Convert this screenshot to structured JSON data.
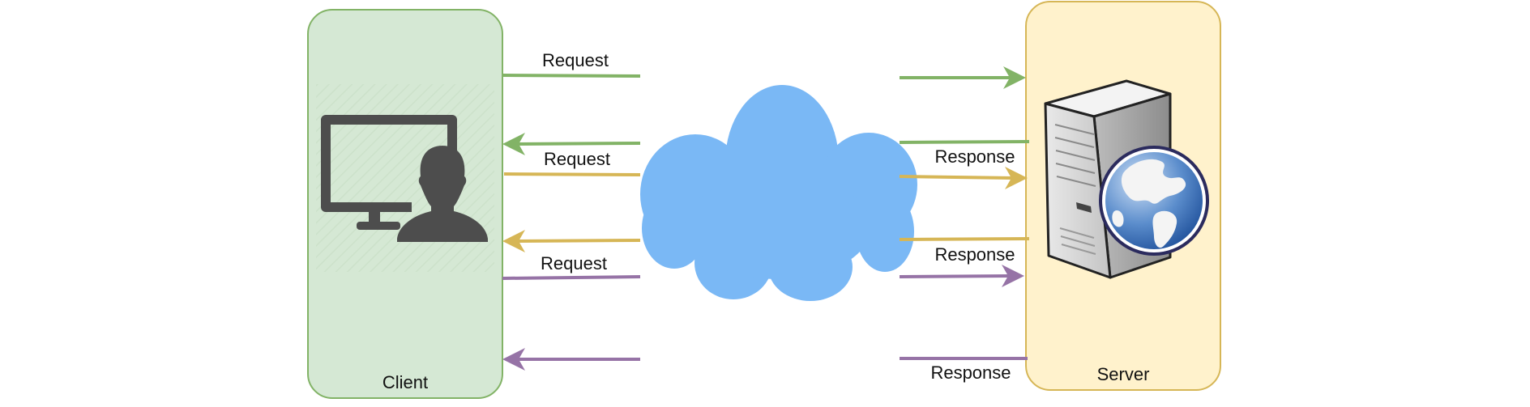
{
  "client": {
    "label": "Client",
    "icon": "user-computer-icon"
  },
  "server": {
    "label": "Server",
    "icon": "web-server-icon"
  },
  "network": {
    "icon": "cloud-icon"
  },
  "exchanges": [
    {
      "request_label": "Request",
      "response_label": "Response",
      "color": "#82b366"
    },
    {
      "request_label": "Request",
      "response_label": "Response",
      "color": "#d6b656"
    },
    {
      "request_label": "Request",
      "response_label": "Response",
      "color": "#9673a6"
    }
  ],
  "colors": {
    "client_fill": "#d5e8d4",
    "client_stroke": "#82b366",
    "server_fill": "#fff2cc",
    "server_stroke": "#d6b656",
    "cloud_fill": "#7ab8f5"
  }
}
